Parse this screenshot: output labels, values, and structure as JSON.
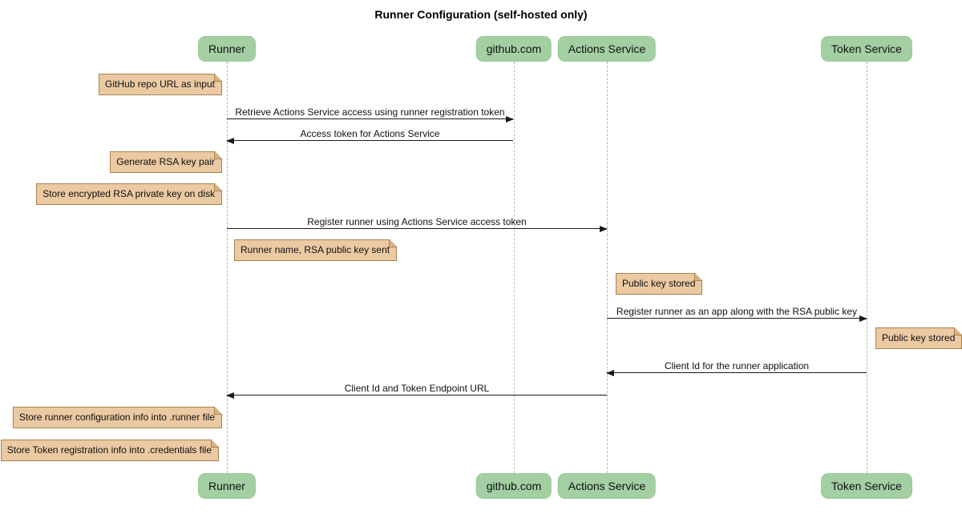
{
  "title": "Runner Configuration (self-hosted only)",
  "participants": [
    {
      "label": "Runner"
    },
    {
      "label": "github.com"
    },
    {
      "label": "Actions Service"
    },
    {
      "label": "Token Service"
    }
  ],
  "messages": [
    {
      "label": "Retrieve Actions Service access using runner registration token",
      "from": "Runner",
      "to": "github.com"
    },
    {
      "label": "Access token for Actions Service",
      "from": "github.com",
      "to": "Runner"
    },
    {
      "label": "Register runner using Actions Service access token",
      "from": "Runner",
      "to": "Actions Service"
    },
    {
      "label": "Register runner as an app along with the RSA public key",
      "from": "Actions Service",
      "to": "Token Service"
    },
    {
      "label": "Client Id for the runner application",
      "from": "Token Service",
      "to": "Actions Service"
    },
    {
      "label": "Client Id and Token Endpoint URL",
      "from": "Actions Service",
      "to": "Runner"
    }
  ],
  "notes": [
    {
      "text": "GitHub repo URL as input",
      "position": "left of Runner"
    },
    {
      "text": "Generate RSA key pair",
      "position": "left of Runner"
    },
    {
      "text": "Store encrypted RSA private key on disk",
      "position": "left of Runner"
    },
    {
      "text": "Runner name, RSA public key sent",
      "position": "right of Runner"
    },
    {
      "text": "Public key stored",
      "position": "right of Actions Service"
    },
    {
      "text": "Public key stored",
      "position": "right of Token Service"
    },
    {
      "text": "Store runner configuration info into .runner file",
      "position": "left of Runner"
    },
    {
      "text": "Store Token registration info into .credentials file",
      "position": "left of Runner"
    }
  ],
  "colors": {
    "participant_fill": "#A3CFA3",
    "note_fill": "#EBC9A2",
    "note_border": "#A8834E",
    "lifeline": "#B5B5B5",
    "message_line": "#1A1A1A",
    "background": "#FFFFFF"
  }
}
